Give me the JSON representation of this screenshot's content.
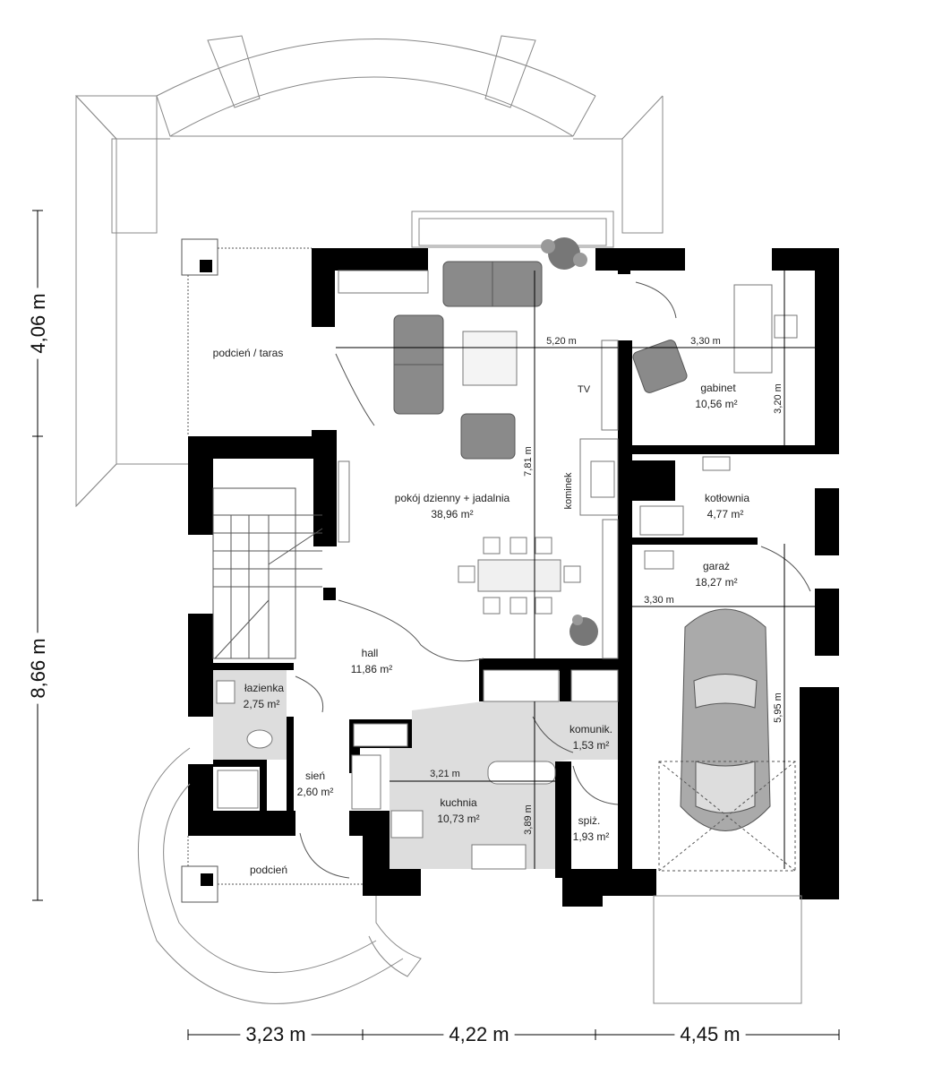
{
  "rooms": {
    "podcien_taras": {
      "label": "podcień / taras"
    },
    "pokoj": {
      "label": "pokój dzienny + jadalnia",
      "area": "38,96 m²"
    },
    "gabinet": {
      "label": "gabinet",
      "area": "10,56 m²"
    },
    "kotlownia": {
      "label": "kotłownia",
      "area": "4,77 m²"
    },
    "garaz": {
      "label": "garaż",
      "area": "18,27 m²"
    },
    "hall": {
      "label": "hall",
      "area": "11,86 m²"
    },
    "lazienka": {
      "label": "łazienka",
      "area": "2,75 m²"
    },
    "sien": {
      "label": "sień",
      "area": "2,60 m²"
    },
    "kuchnia": {
      "label": "kuchnia",
      "area": "10,73 m²"
    },
    "komunik": {
      "label": "komunik.",
      "area": "1,53 m²"
    },
    "spiz": {
      "label": "spiż.",
      "area": "1,93 m²"
    },
    "podcien": {
      "label": "podcień"
    }
  },
  "labels": {
    "tv": "TV",
    "kominek": "kominek"
  },
  "inner_dims": {
    "d520": "5,20 m",
    "d330_gab": "3,30 m",
    "d320": "3,20 m",
    "d781": "7,81 m",
    "d330_gar": "3,30 m",
    "d595": "5,95 m",
    "d321": "3,21 m",
    "d389": "3,89 m"
  },
  "outer_dims": {
    "left_top": "4,06 m",
    "left_bottom": "8,66 m",
    "bottom_1": "3,23 m",
    "bottom_2": "4,22 m",
    "bottom_3": "4,45 m"
  }
}
